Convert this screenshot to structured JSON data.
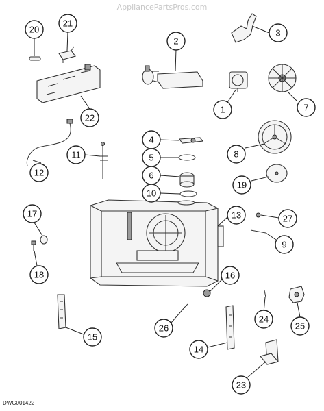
{
  "header": {
    "watermark": "AppliancePartsPros.com"
  },
  "footer": {
    "drawing_id": "DWG001422"
  },
  "callouts": [
    {
      "label": "20"
    },
    {
      "label": "21"
    },
    {
      "label": "3"
    },
    {
      "label": "2"
    },
    {
      "label": "1"
    },
    {
      "label": "7"
    },
    {
      "label": "22"
    },
    {
      "label": "4"
    },
    {
      "label": "5"
    },
    {
      "label": "8"
    },
    {
      "label": "11"
    },
    {
      "label": "6"
    },
    {
      "label": "12"
    },
    {
      "label": "19"
    },
    {
      "label": "10"
    },
    {
      "label": "17"
    },
    {
      "label": "13"
    },
    {
      "label": "27"
    },
    {
      "label": "9"
    },
    {
      "label": "18"
    },
    {
      "label": "16"
    },
    {
      "label": "26"
    },
    {
      "label": "24"
    },
    {
      "label": "25"
    },
    {
      "label": "15"
    },
    {
      "label": "14"
    },
    {
      "label": "23"
    }
  ]
}
